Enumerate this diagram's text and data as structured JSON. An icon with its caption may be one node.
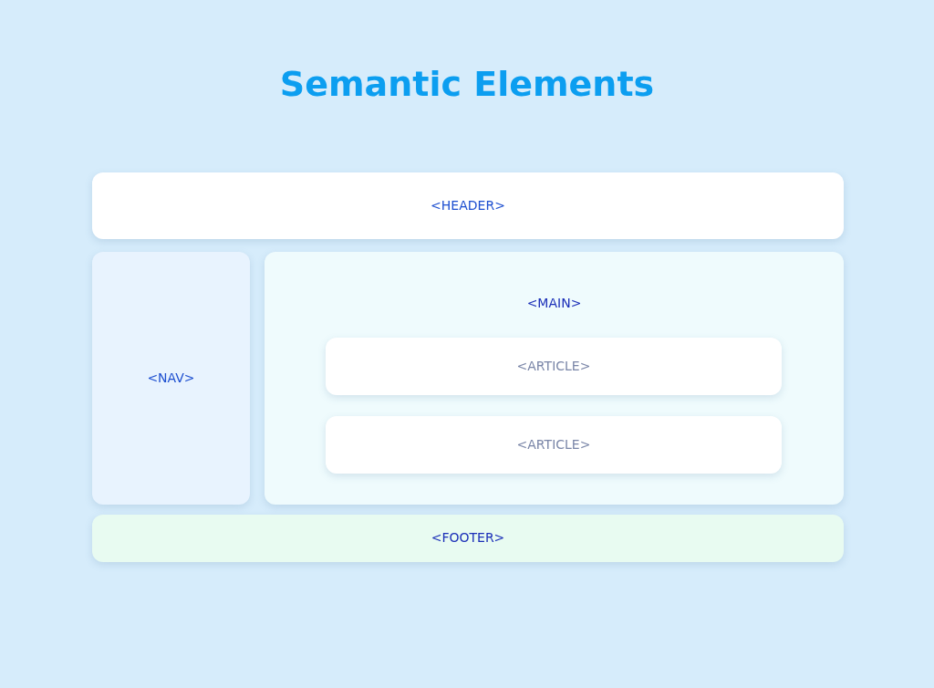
{
  "diagram": {
    "title": "Semantic Elements",
    "nodes": [
      {
        "text": [
          "<HEADER>"
        ]
      },
      {
        "text": [
          "<NAV>"
        ]
      },
      {
        "text": [
          "<MAIN>"
        ]
      },
      {
        "text": [
          "<ARTICLE>"
        ],
        "in": 2
      },
      {
        "text": [
          "<ARTICLE>"
        ],
        "in": 2
      },
      {
        "text": [
          "<FOOTER>"
        ]
      }
    ],
    "edges": []
  }
}
